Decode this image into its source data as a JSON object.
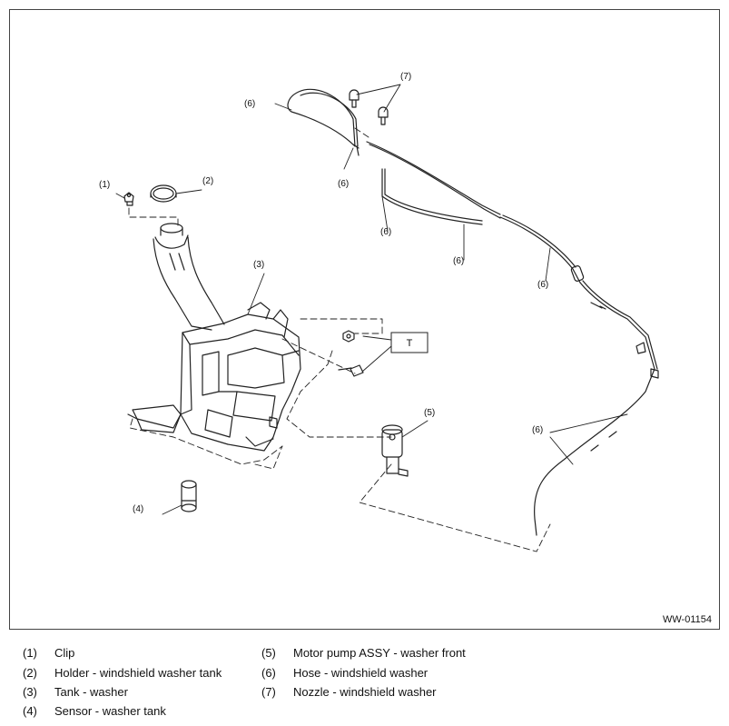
{
  "figure_code": "WW-01154",
  "callouts": {
    "c1": "(1)",
    "c2": "(2)",
    "c3": "(3)",
    "c4": "(4)",
    "c5": "(5)",
    "c6a": "(6)",
    "c6b": "(6)",
    "c6c": "(6)",
    "c6d": "(6)",
    "c6e": "(6)",
    "c6f": "(6)",
    "c7": "(7)",
    "t": "T"
  },
  "legend": [
    {
      "num": "(1)",
      "text": "Clip"
    },
    {
      "num": "(2)",
      "text": "Holder - windshield washer tank"
    },
    {
      "num": "(3)",
      "text": "Tank - washer"
    },
    {
      "num": "(4)",
      "text": "Sensor - washer tank"
    },
    {
      "num": "(5)",
      "text": "Motor pump ASSY - washer front"
    },
    {
      "num": "(6)",
      "text": "Hose - windshield washer"
    },
    {
      "num": "(7)",
      "text": "Nozzle - windshield washer"
    }
  ]
}
